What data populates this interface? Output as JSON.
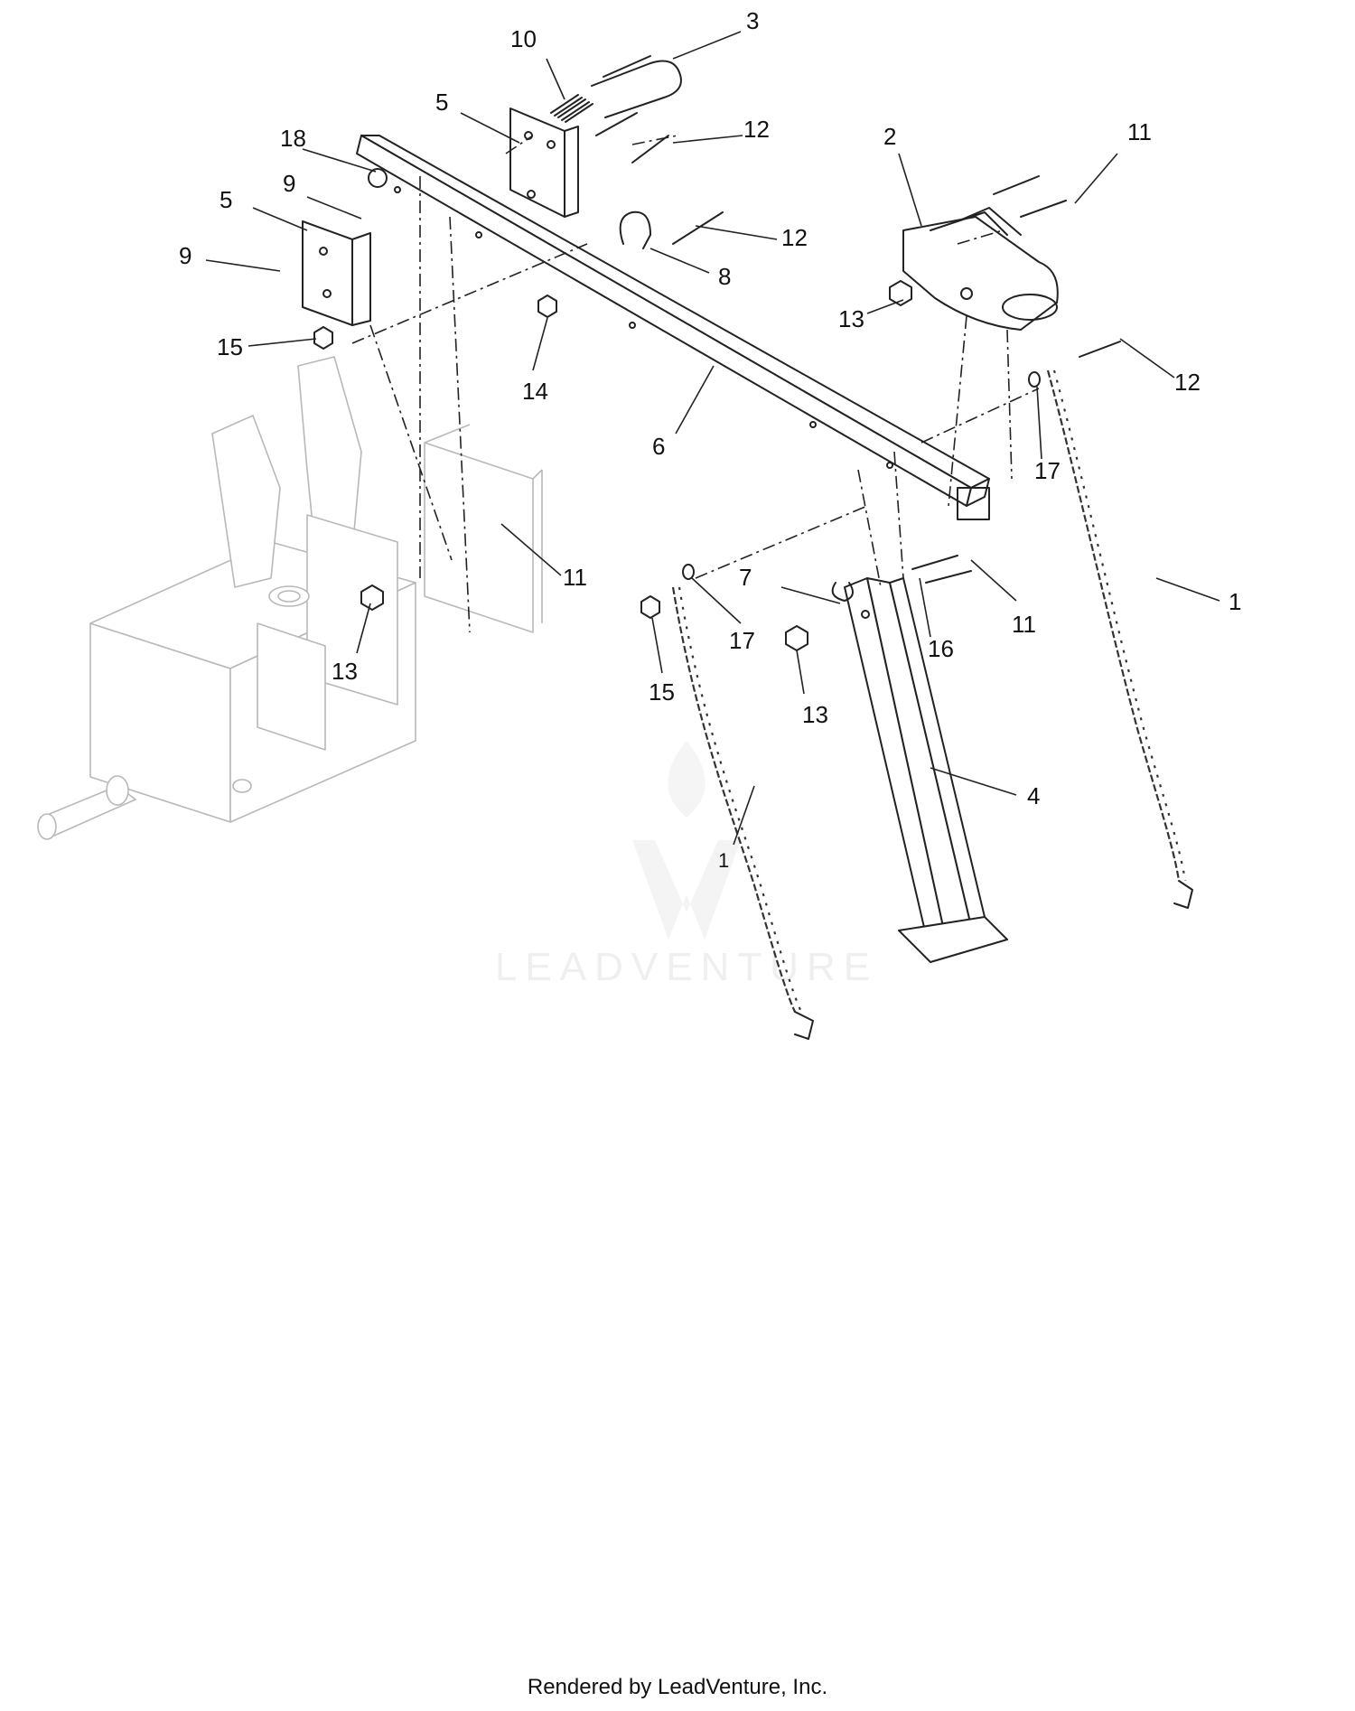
{
  "callouts": [
    {
      "id": "c1a",
      "text": "1"
    },
    {
      "id": "c1b",
      "text": "1"
    },
    {
      "id": "c2",
      "text": "2"
    },
    {
      "id": "c3",
      "text": "3"
    },
    {
      "id": "c4",
      "text": "4"
    },
    {
      "id": "c5a",
      "text": "5"
    },
    {
      "id": "c5b",
      "text": "5"
    },
    {
      "id": "c6",
      "text": "6"
    },
    {
      "id": "c7",
      "text": "7"
    },
    {
      "id": "c8",
      "text": "8"
    },
    {
      "id": "c9a",
      "text": "9"
    },
    {
      "id": "c9b",
      "text": "9"
    },
    {
      "id": "c10",
      "text": "10"
    },
    {
      "id": "c11a",
      "text": "11"
    },
    {
      "id": "c11b",
      "text": "11"
    },
    {
      "id": "c11c",
      "text": "11"
    },
    {
      "id": "c12a",
      "text": "12"
    },
    {
      "id": "c12b",
      "text": "12"
    },
    {
      "id": "c12c",
      "text": "12"
    },
    {
      "id": "c13a",
      "text": "13"
    },
    {
      "id": "c13b",
      "text": "13"
    },
    {
      "id": "c13c",
      "text": "13"
    },
    {
      "id": "c14",
      "text": "14"
    },
    {
      "id": "c15a",
      "text": "15"
    },
    {
      "id": "c15b",
      "text": "15"
    },
    {
      "id": "c16",
      "text": "16"
    },
    {
      "id": "c17a",
      "text": "17"
    },
    {
      "id": "c17b",
      "text": "17"
    },
    {
      "id": "c18",
      "text": "18"
    }
  ],
  "watermark": {
    "text": "LEADVENTURE"
  },
  "footer": {
    "text": "Rendered by LeadVenture, Inc."
  }
}
